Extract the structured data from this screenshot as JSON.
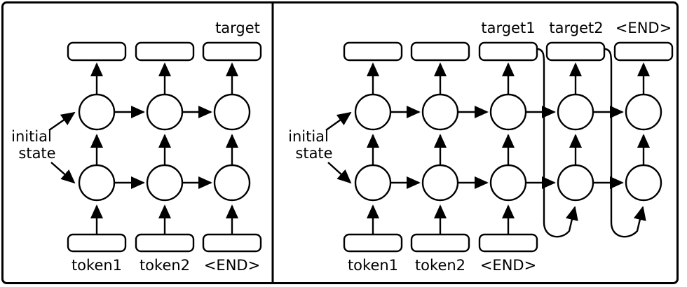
{
  "diagram": {
    "title": "seq2seq RNN encoder-decoder unrolled diagram",
    "background_color": "#ffffff",
    "stroke_color": "#000000",
    "panels": [
      {
        "id": "left",
        "name": "training-panel",
        "initial_state_label_line1": "initial",
        "initial_state_label_line2": "state",
        "columns": [
          {
            "input_label": "token1",
            "output_label": ""
          },
          {
            "input_label": "token2",
            "output_label": ""
          },
          {
            "input_label": "<END>",
            "output_label": "target"
          }
        ],
        "rows": 2,
        "feedback_count": 0
      },
      {
        "id": "right",
        "name": "inference-panel",
        "initial_state_label_line1": "initial",
        "initial_state_label_line2": "state",
        "columns": [
          {
            "input_label": "token1",
            "output_label": ""
          },
          {
            "input_label": "token2",
            "output_label": ""
          },
          {
            "input_label": "<END>",
            "output_label": "target1"
          },
          {
            "input_label": "",
            "output_label": "target2"
          },
          {
            "input_label": "",
            "output_label": "<END>"
          }
        ],
        "rows": 2,
        "feedback_count": 2
      }
    ]
  }
}
